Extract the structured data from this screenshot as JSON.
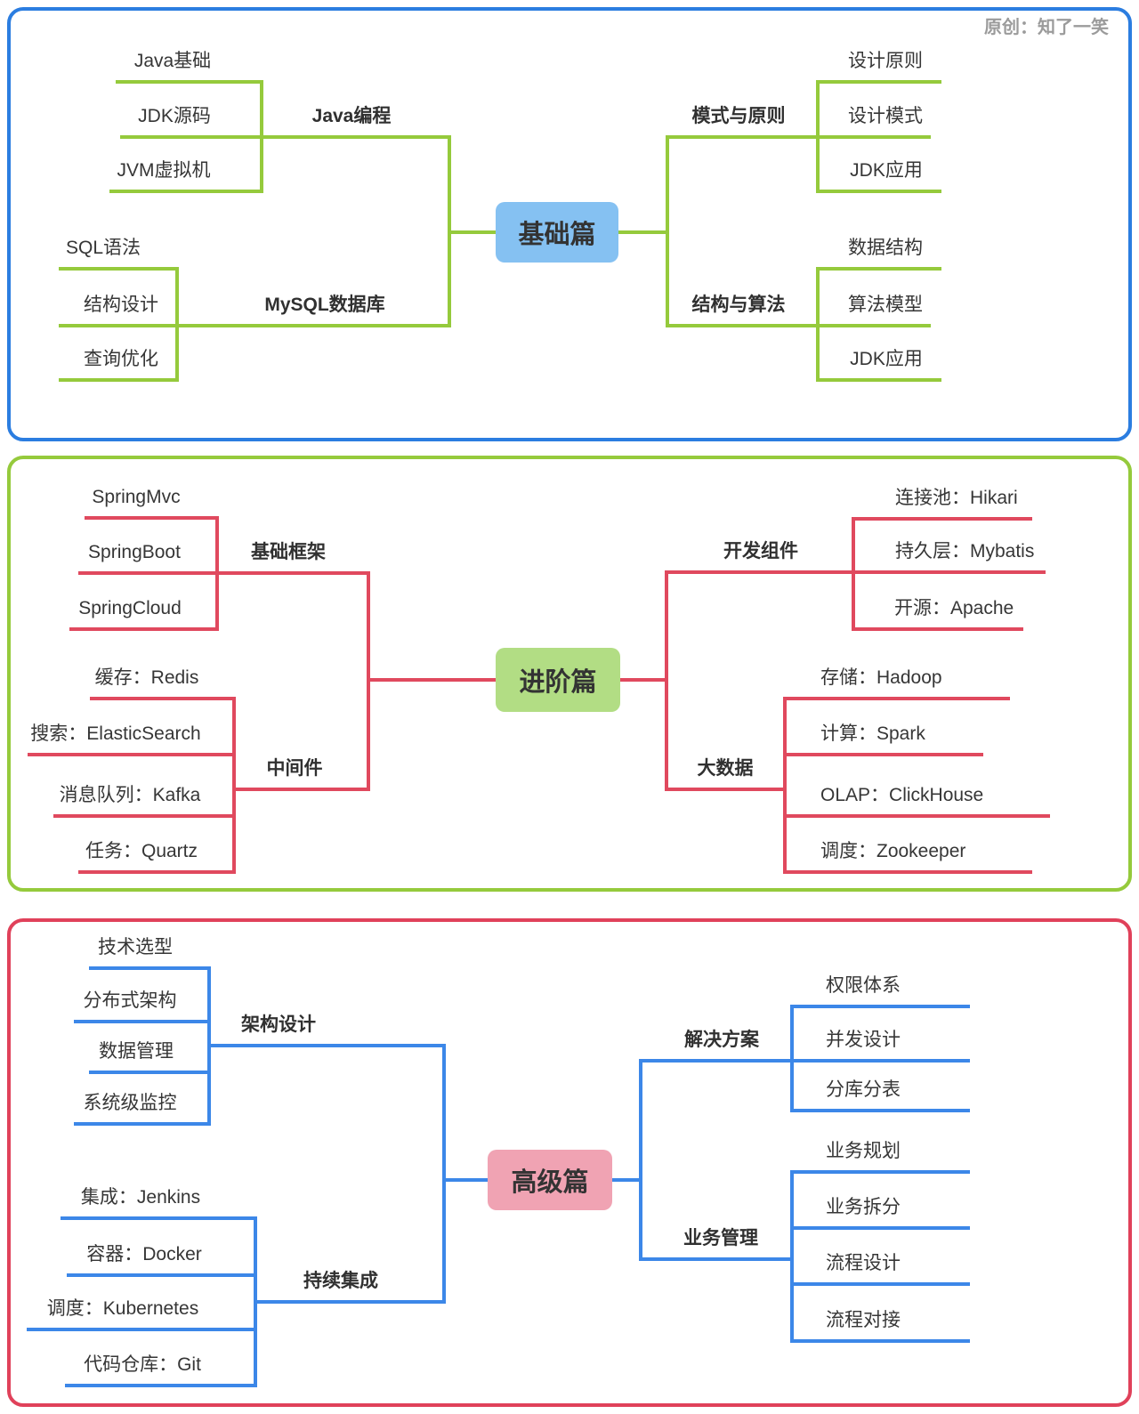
{
  "credit": "原创：知了一笑",
  "colors": {
    "panel_blue_border": "#2b7de0",
    "panel_green_border": "#95ca3c",
    "panel_red_border": "#e0415a",
    "line_green": "#95ca3c",
    "line_red": "#e0495e",
    "line_blue": "#3c87e8",
    "node_blue_bg": "#85c1f2",
    "node_green_bg": "#b2dd84",
    "node_pink_bg": "#f0a3b3",
    "text": "#363636",
    "credit_text": "#9b9b9b"
  },
  "sections": [
    {
      "node": "基础篇",
      "groups": [
        {
          "label": "Java编程",
          "leaves": [
            "Java基础",
            "JDK源码",
            "JVM虚拟机"
          ]
        },
        {
          "label": "MySQL数据库",
          "leaves": [
            "SQL语法",
            "结构设计",
            "查询优化"
          ]
        },
        {
          "label": "模式与原则",
          "leaves": [
            "设计原则",
            "设计模式",
            "JDK应用"
          ]
        },
        {
          "label": "结构与算法",
          "leaves": [
            "数据结构",
            "算法模型",
            "JDK应用"
          ]
        }
      ]
    },
    {
      "node": "进阶篇",
      "groups": [
        {
          "label": "基础框架",
          "leaves": [
            "SpringMvc",
            "SpringBoot",
            "SpringCloud"
          ]
        },
        {
          "label": "中间件",
          "leaves": [
            "缓存：Redis",
            "搜索：ElasticSearch",
            "消息队列：Kafka",
            "任务：Quartz"
          ]
        },
        {
          "label": "开发组件",
          "leaves": [
            "连接池：Hikari",
            "持久层：Mybatis",
            "开源：Apache"
          ]
        },
        {
          "label": "大数据",
          "leaves": [
            "存储：Hadoop",
            "计算：Spark",
            "OLAP：ClickHouse",
            "调度：Zookeeper"
          ]
        }
      ]
    },
    {
      "node": "高级篇",
      "groups": [
        {
          "label": "架构设计",
          "leaves": [
            "技术选型",
            "分布式架构",
            "数据管理",
            "系统级监控"
          ]
        },
        {
          "label": "持续集成",
          "leaves": [
            "集成：Jenkins",
            "容器：Docker",
            "调度：Kubernetes",
            "代码仓库：Git"
          ]
        },
        {
          "label": "解决方案",
          "leaves": [
            "权限体系",
            "并发设计",
            "分库分表"
          ]
        },
        {
          "label": "业务管理",
          "leaves": [
            "业务规划",
            "业务拆分",
            "流程设计",
            "流程对接"
          ]
        }
      ]
    }
  ]
}
